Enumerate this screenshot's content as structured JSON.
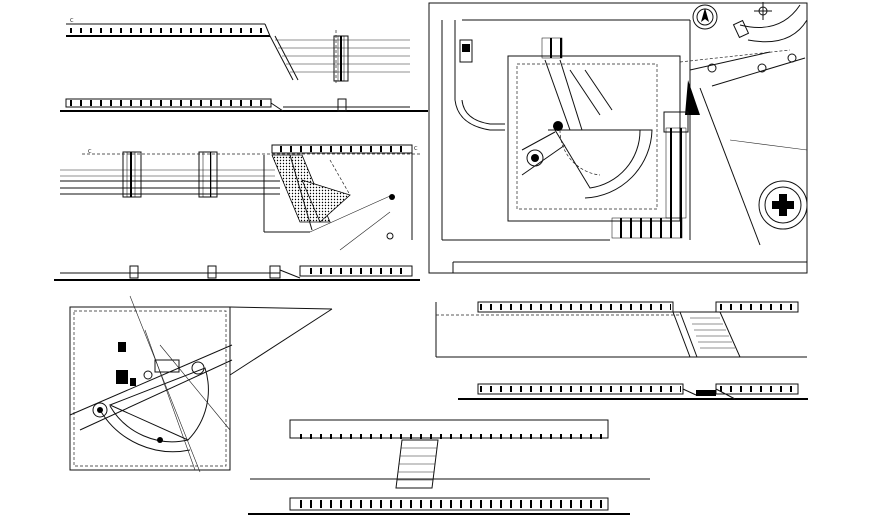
{
  "drawing": {
    "labels": {
      "section_marks": [
        "C",
        "C",
        "C"
      ]
    },
    "colors": {
      "ink": "#000000",
      "paper": "#ffffff",
      "fill": "#222222"
    },
    "icons": [
      "north-arrow-icon",
      "cross-icon",
      "compass-icon"
    ]
  }
}
